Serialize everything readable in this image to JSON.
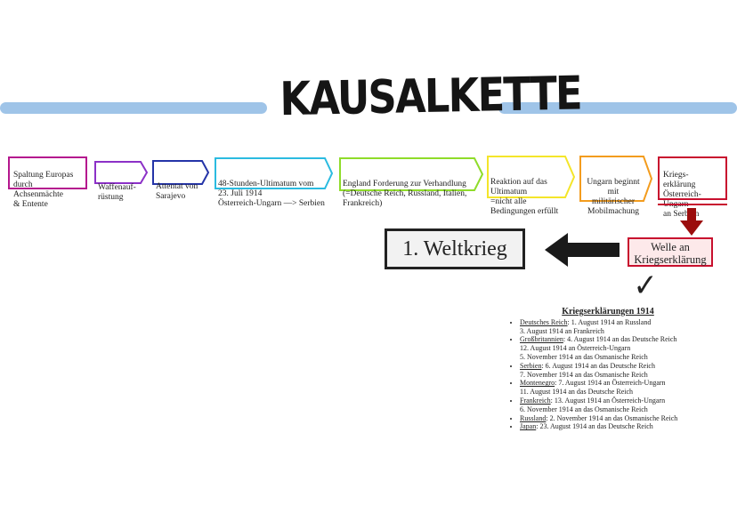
{
  "title": "KAUSALKETTE",
  "chain": [
    {
      "text": "Spaltung Europas\ndurch Achsenmächte\n& Entente",
      "color": "#b5178e"
    },
    {
      "text": "Waffenauf-\nrüstung",
      "color": "#8c31c7"
    },
    {
      "text": "Attentat von\nSarajevo",
      "color": "#2434a8"
    },
    {
      "text": "48-Stunden-Ultimatum vom\n23. Juli 1914\nÖsterreich-Ungarn —> Serbien",
      "color": "#2bbbe0"
    },
    {
      "text": "England Forderung zur Verhandlung\n(=Deutsche Reich, Russland, Italien,\nFrankreich)",
      "color": "#8fdc2a"
    },
    {
      "text": "Reaktion auf das\nUltimatum\n=nicht alle\nBedingungen erfüllt",
      "color": "#f4e52a"
    },
    {
      "text": "Ungarn beginnt\nmit\nmilitärischer\nMobilmachung",
      "color": "#f39c1e"
    },
    {
      "text": "Kriegs-\nerklärung\nÖsterreich-Ungarn\nan Serbien",
      "color": "#c8102e"
    }
  ],
  "weltkrieg": "1. Weltkrieg",
  "welle": "Welle an\nKriegserklärung",
  "checkmark": "✓",
  "declarations": {
    "heading": "Kriegserklärungen 1914",
    "items": [
      {
        "country": "Deutsches Reich",
        "lines": [
          ": 1. August 1914 an Russland",
          "3. August 1914 an Frankreich"
        ]
      },
      {
        "country": "Großbritannien",
        "lines": [
          ": 4. August 1914 an das Deutsche Reich",
          "12. August 1914 an Österreich-Ungarn",
          "5. November 1914 an das Osmanische Reich"
        ]
      },
      {
        "country": "Serbien",
        "lines": [
          ": 6. August 1914 an das Deutsche Reich",
          "7. November 1914 an das Osmanische Reich"
        ]
      },
      {
        "country": "Montenegro",
        "lines": [
          ": 7. August 1914 an Österreich-Ungarn",
          "11. August 1914 an das Deutsche Reich"
        ]
      },
      {
        "country": "Frankreich",
        "lines": [
          ": 13. August 1914 an Österreich-Ungarn",
          "6. November 1914 an das Osmanische Reich"
        ]
      },
      {
        "country": "Russland",
        "lines": [
          ": 2. November 1914 an das Osmanische Reich"
        ]
      },
      {
        "country": "Japan",
        "lines": [
          ": 23. August 1914 an das Deutsche Reich"
        ]
      }
    ]
  },
  "colors": {
    "bar": "#9fc4e8",
    "accent_red": "#c8102e",
    "dark_red": "#9b0d0d"
  }
}
